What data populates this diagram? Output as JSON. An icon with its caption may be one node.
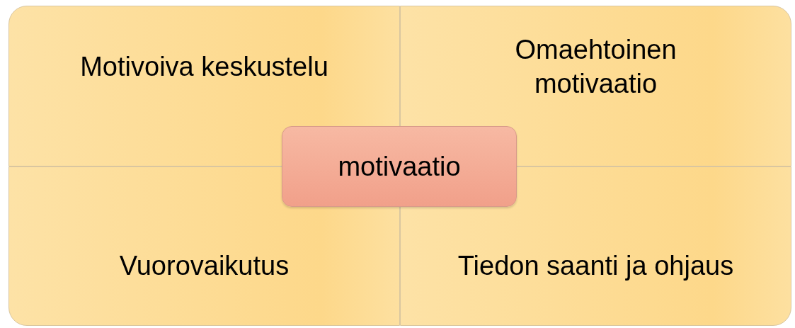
{
  "diagram": {
    "nodes": [
      {
        "text": [
          "Motivoiva keskustelu"
        ]
      },
      {
        "text": [
          "Omaehtoinen motivaatio"
        ]
      },
      {
        "text": [
          "motivaatio"
        ]
      },
      {
        "text": [
          "Vuorovaikutus"
        ]
      },
      {
        "text": [
          "Tiedon saanti ja ohjaus"
        ]
      }
    ]
  }
}
